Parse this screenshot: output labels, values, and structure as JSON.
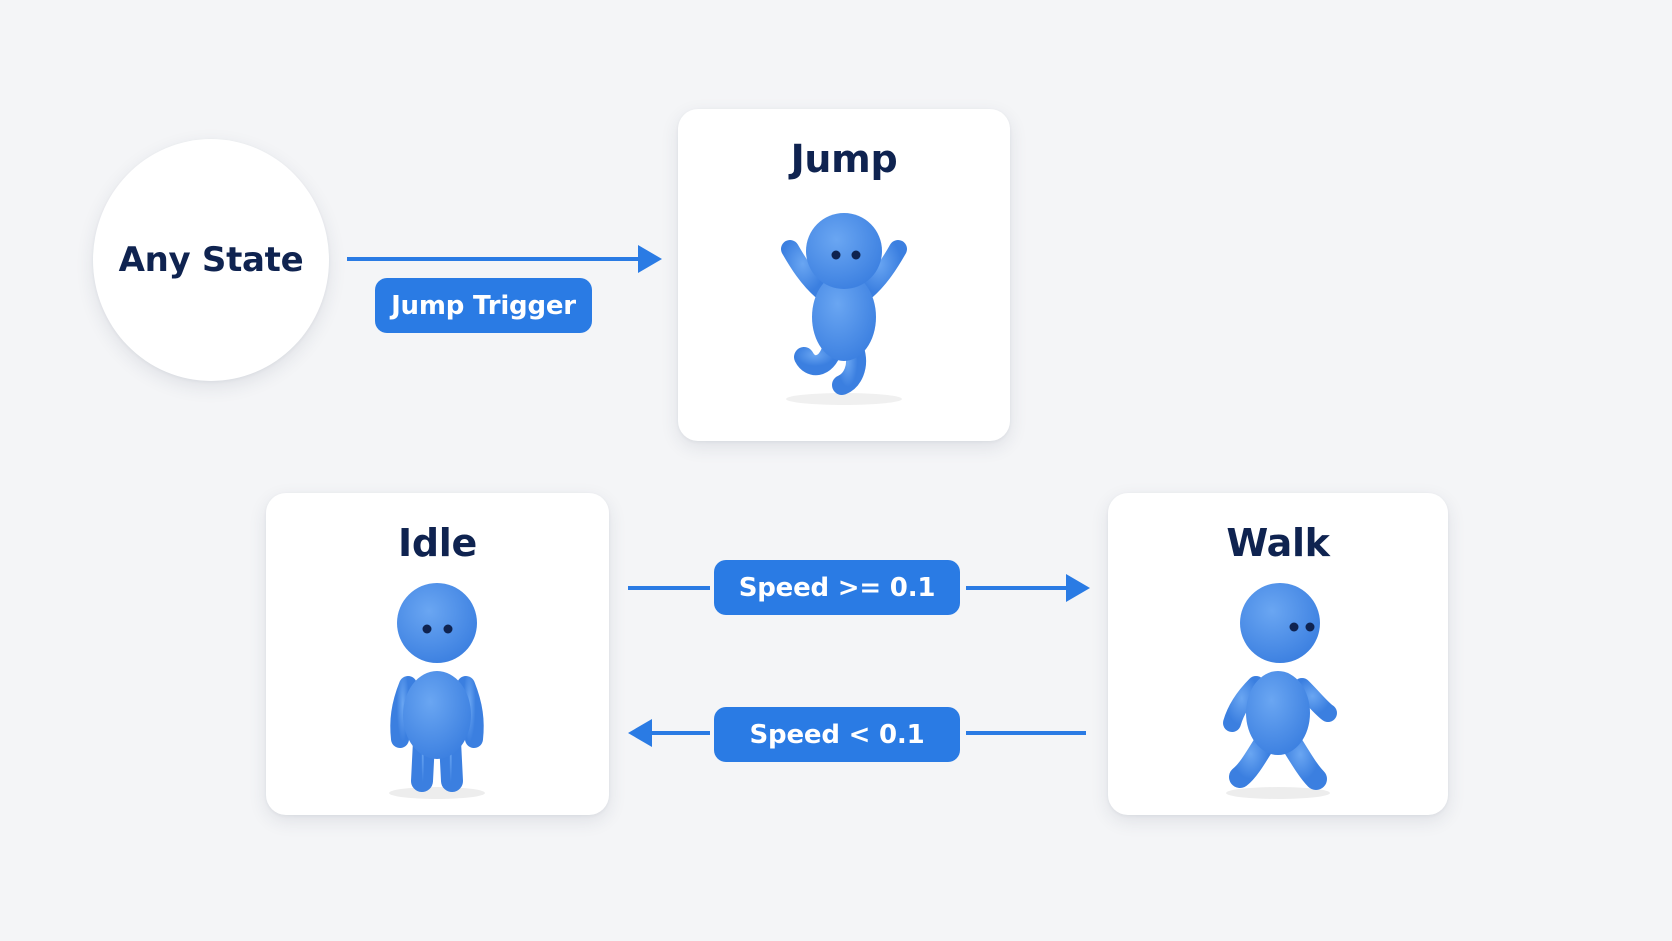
{
  "colors": {
    "accent": "#2a7be4",
    "title_text": "#0f2350",
    "figure_blue": "#4a8ee8",
    "background": "#f4f5f7"
  },
  "nodes": {
    "any_state": {
      "label": "Any State"
    },
    "jump": {
      "label": "Jump",
      "figure_icon": "jumping-figure-icon"
    },
    "idle": {
      "label": "Idle",
      "figure_icon": "standing-figure-icon"
    },
    "walk": {
      "label": "Walk",
      "figure_icon": "walking-figure-icon"
    }
  },
  "transitions": {
    "any_to_jump": {
      "label": "Jump Trigger"
    },
    "idle_to_walk": {
      "label": "Speed >= 0.1"
    },
    "walk_to_idle": {
      "label": "Speed < 0.1"
    }
  }
}
